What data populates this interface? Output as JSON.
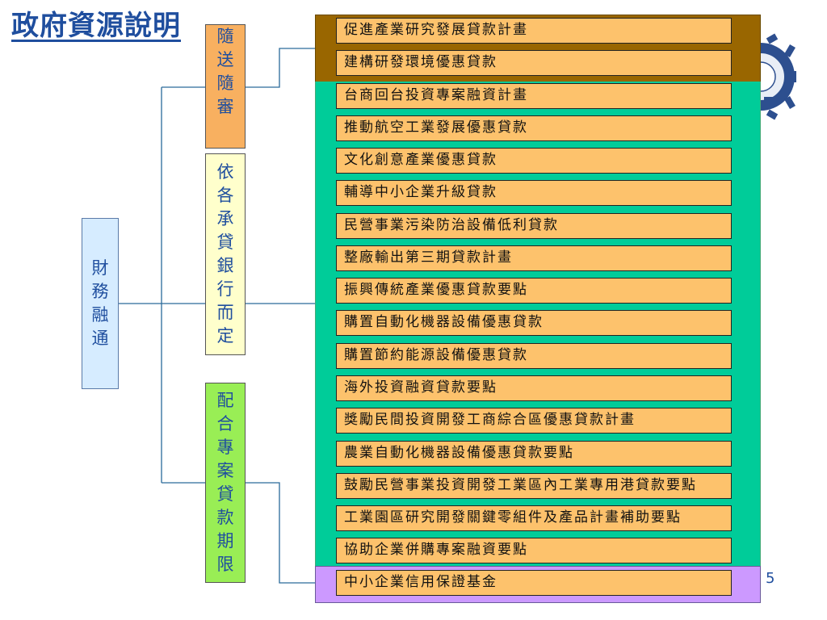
{
  "title": "政府資源說明",
  "page_number": "5",
  "categories": {
    "finance": "財務融通",
    "with_review": "隨送隨審",
    "by_bank": "依各承貸銀行而定",
    "with_project": "配合專案貸款期限"
  },
  "loan_items": [
    "促進產業研究發展貸款計畫",
    "建構研發環境優惠貸款",
    "台商回台投資專案融資計畫",
    "推動航空工業發展優惠貸款",
    "文化創意產業優惠貸款",
    "輔導中小企業升級貸款",
    "民營事業污染防治設備低利貸款",
    "整廠輸出第三期貸款計畫",
    "振興傳統產業優惠貸款要點",
    "購置自動化機器設備優惠貸款",
    "購置節約能源設備優惠貸款",
    "海外投資融資貸款要點",
    "獎勵民間投資開發工商綜合區優惠貸款計畫",
    "農業自動化機器設備優惠貸款要點",
    "鼓勵民營事業投資開發工業區內工業專用港貸款要點",
    "工業園區研究開發關鍵零組件及產品計畫補助要點",
    "協助企業併購專案融資要點",
    "中小企業信用保證基金"
  ],
  "colors": {
    "title": "#1f4e9e",
    "panel_top": "#996600",
    "panel_mid": "#00cc99",
    "panel_bottom": "#cc99ff",
    "item_fill": "#fdc26c",
    "box_finance": "#d6ecff",
    "box_with_review": "#f8b060",
    "box_by_bank": "#ffffcc",
    "box_with_project": "#99ee55",
    "connector": "#2a6a9a"
  },
  "logo_icon": "gear-seal-icon"
}
